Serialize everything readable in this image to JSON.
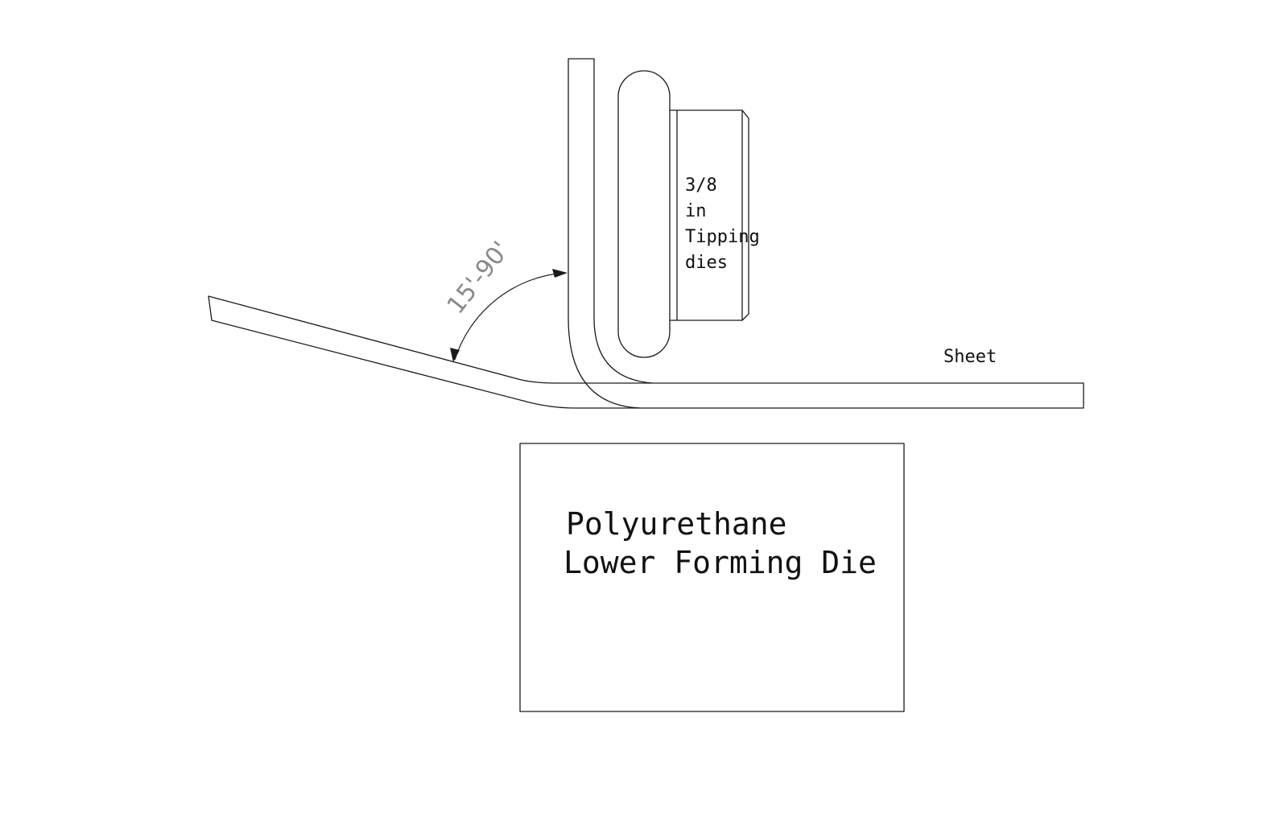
{
  "labels": {
    "tipping_die": [
      "3/8",
      "in",
      "Tipping",
      "dies"
    ],
    "sheet": "Sheet",
    "lower_die": [
      "Polyurethane",
      "Lower Forming Die"
    ],
    "angle": "15'-90'"
  },
  "colors": {
    "line": "#1a1a1a",
    "angle_text": "#8a8a8a",
    "background": "#ffffff"
  }
}
